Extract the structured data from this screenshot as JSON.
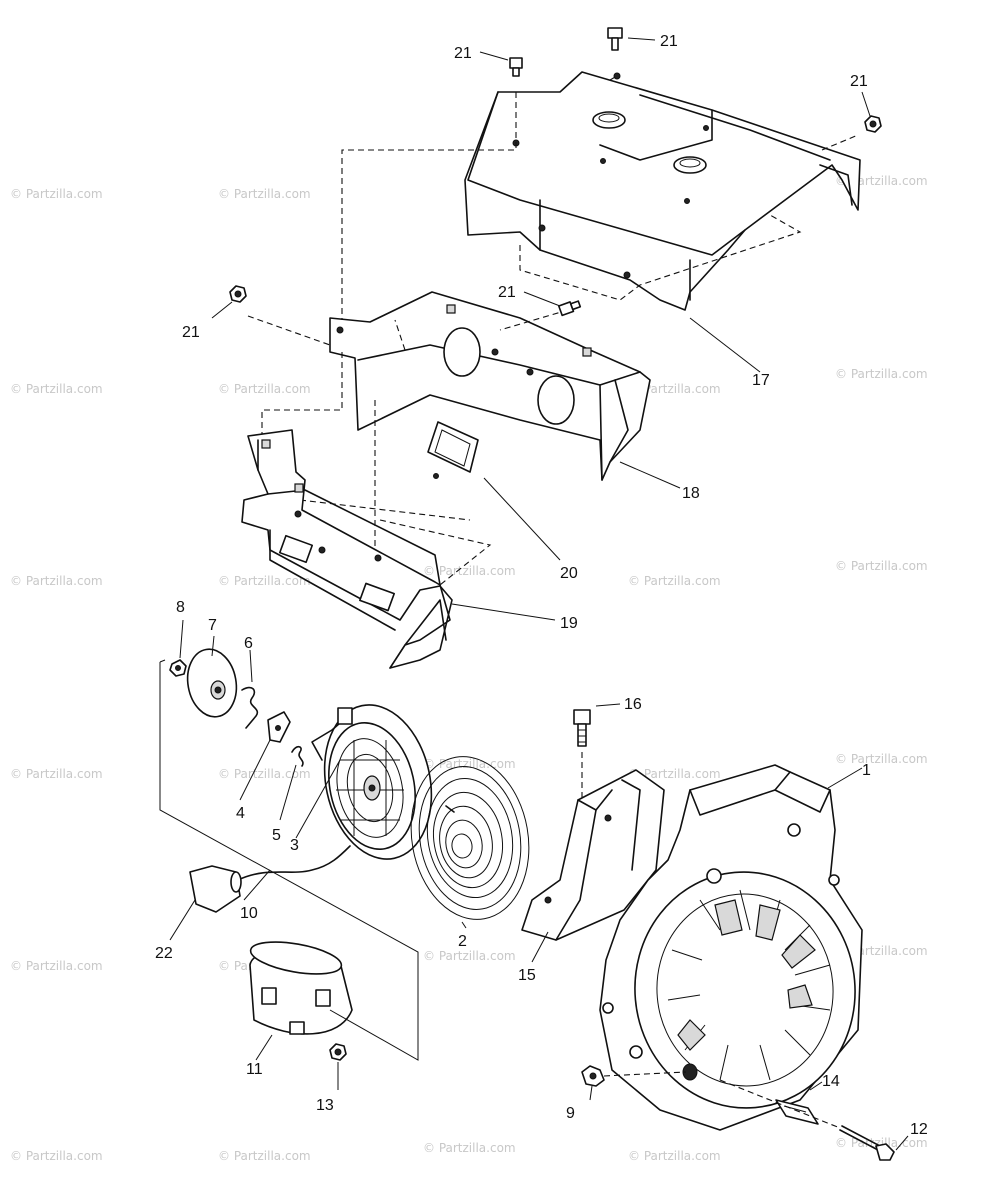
{
  "watermark": "© Partzilla.com",
  "callouts": {
    "c1": "1",
    "c2": "2",
    "c3": "3",
    "c4": "4",
    "c5": "5",
    "c6": "6",
    "c7": "7",
    "c8": "8",
    "c9": "9",
    "c10": "10",
    "c11": "11",
    "c12": "12",
    "c13": "13",
    "c14": "14",
    "c15": "15",
    "c16": "16",
    "c17": "17",
    "c18": "18",
    "c19": "19",
    "c20": "20",
    "c21": "21",
    "c22": "22"
  }
}
